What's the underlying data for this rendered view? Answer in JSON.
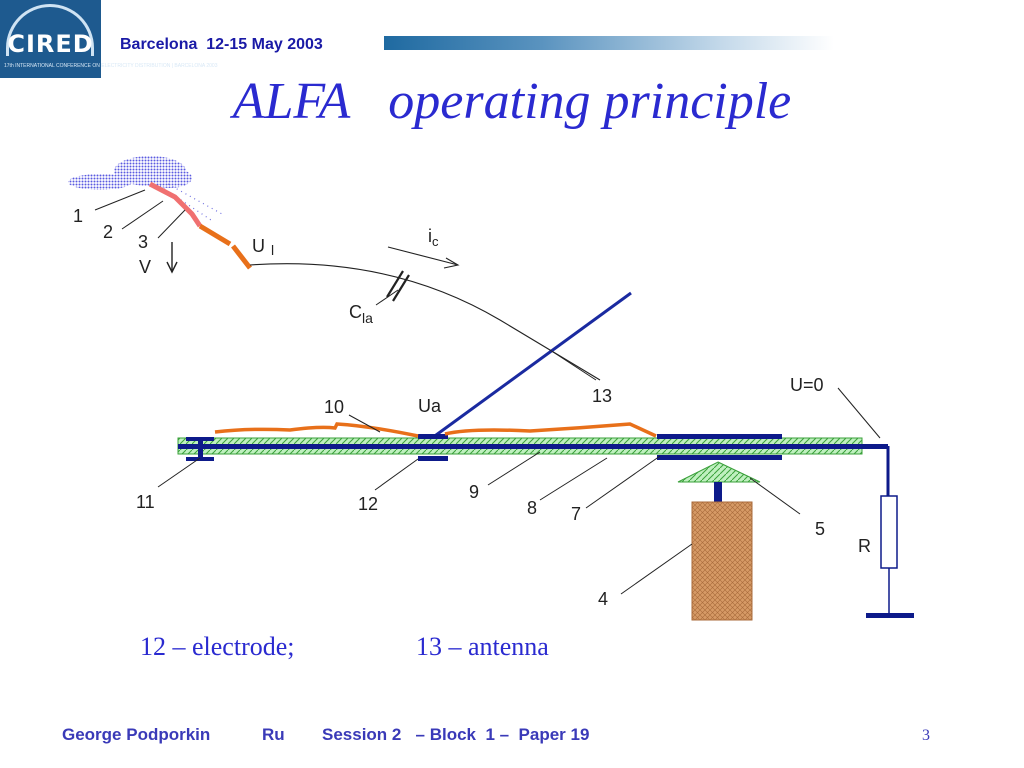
{
  "logo": {
    "name": "CIRED",
    "subtitle": "17th INTERNATIONAL CONFERENCE ON ELECTRICITY DISTRIBUTION | BARCELONA 2003"
  },
  "header": {
    "event": "Barcelona  12-15 May 2003"
  },
  "title": "ALFA   operating principle",
  "diagram": {
    "labels": {
      "n1": "1",
      "n2": "2",
      "n3": "3",
      "v": "V",
      "u": "U",
      "u_sub": "l",
      "i": "i",
      "i_sub": "c",
      "c": "C",
      "c_sub": "la",
      "n13": "13",
      "u0": "U=0",
      "n10": "10",
      "ua": "Ua",
      "n11": "11",
      "n12": "12",
      "n9": "9",
      "n8": "8",
      "n7": "7",
      "n5": "5",
      "r": "R",
      "n4": "4"
    }
  },
  "caption": {
    "electrode": "12 – electrode;",
    "antenna": "13 – antenna"
  },
  "footer": {
    "author": "George Podporkin",
    "country": "Ru",
    "session": "Session 2   – Block  1 –  Paper 19",
    "page": "3"
  },
  "colors": {
    "title": "#2a2ad0",
    "header_text": "#1a1aa6",
    "conductor": "#0d1a8a",
    "insulator_fill": "#a6e6a6",
    "discharge": "#e8701a",
    "leader": "#f06060",
    "pillar": "#c98b5a",
    "cloud": "#6a6ae0"
  }
}
